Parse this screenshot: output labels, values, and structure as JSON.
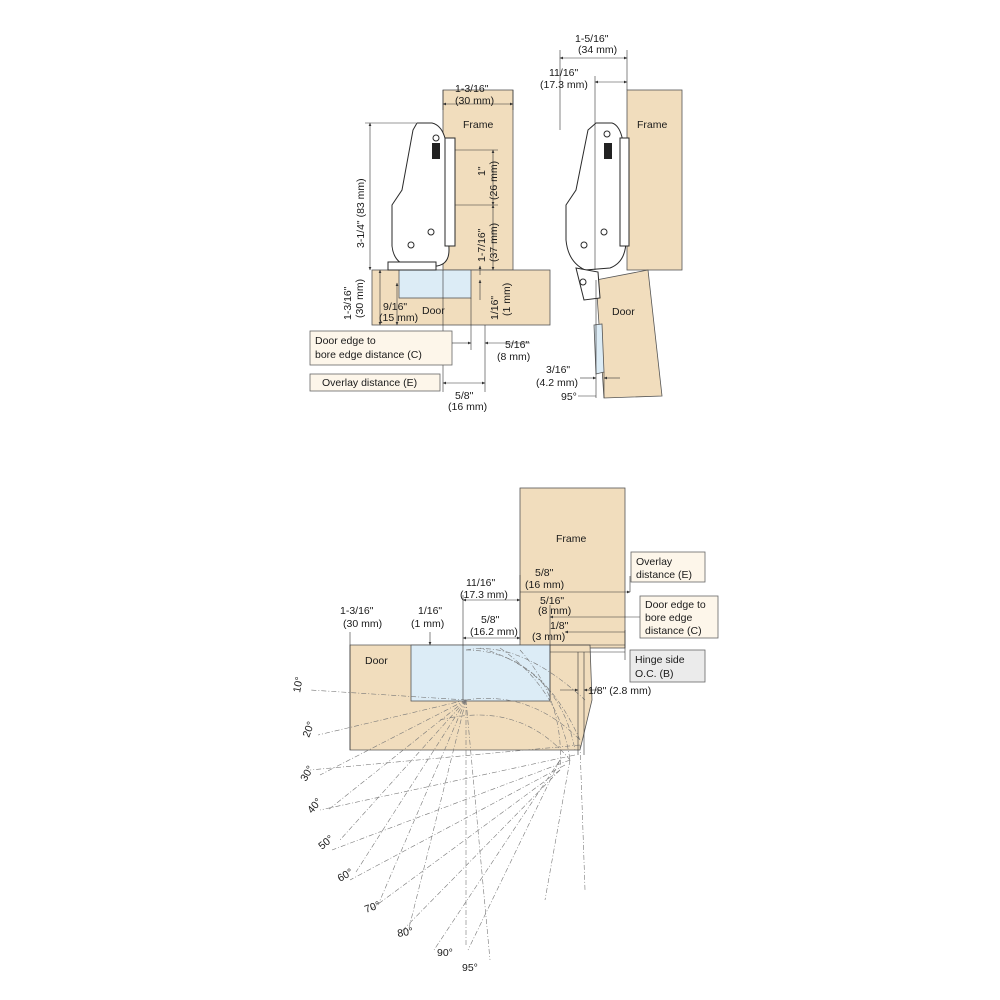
{
  "view_left": {
    "frame": "Frame",
    "door": "Door",
    "dim_frame_w": [
      "1-3/16\"",
      "(30 mm)"
    ],
    "dim_height": "3-1/4\" (83 mm)",
    "dim_1in": [
      "1\"",
      "(26 mm)"
    ],
    "dim_1_7_16": [
      "1-7/16\"",
      "(37 mm)"
    ],
    "dim_door_t": [
      "1-3/16\"",
      "(30 mm)"
    ],
    "dim_9_16": [
      "9/16\"",
      "(15 mm)"
    ],
    "dim_1_16": [
      "1/16\"",
      "(1 mm)"
    ],
    "dim_5_16": [
      "5/16\"",
      "(8 mm)"
    ],
    "dim_5_8": [
      "5/8\"",
      "(16 mm)"
    ],
    "label_c": [
      "Door edge to",
      "bore edge distance (C)"
    ],
    "label_e": "Overlay distance (E)"
  },
  "view_right": {
    "frame": "Frame",
    "door": "Door",
    "dim_1_5_16": [
      "1-5/16\"",
      "(34 mm)"
    ],
    "dim_11_16": [
      "11/16\"",
      "(17.3 mm)"
    ],
    "dim_3_16": [
      "3/16\"",
      "(4.2 mm)"
    ],
    "angle": "95°"
  },
  "view_bottom": {
    "frame": "Frame",
    "door": "Door",
    "dim_door_t": [
      "1-3/16\"",
      "(30 mm)"
    ],
    "dim_1_16": [
      "1/16\"",
      "(1 mm)"
    ],
    "dim_11_16": [
      "11/16\"",
      "(17.3 mm)"
    ],
    "dim_5_8a": [
      "5/8\"",
      "(16.2 mm)"
    ],
    "dim_5_8b": [
      "5/8\"",
      "(16 mm)"
    ],
    "dim_5_16": [
      "5/16\"",
      "(8 mm)"
    ],
    "dim_1_8": [
      "1/8\"",
      "(3 mm)"
    ],
    "dim_1_8b": "1/8\" (2.8 mm)",
    "label_e": [
      "Overlay",
      "distance (E)"
    ],
    "label_c": [
      "Door edge to",
      "bore edge",
      "distance (C)"
    ],
    "label_b": [
      "Hinge side",
      "O.C. (B)"
    ],
    "angles": [
      "10°",
      "20°",
      "30°",
      "40°",
      "50°",
      "60°",
      "70°",
      "80°",
      "90°",
      "95°"
    ]
  }
}
